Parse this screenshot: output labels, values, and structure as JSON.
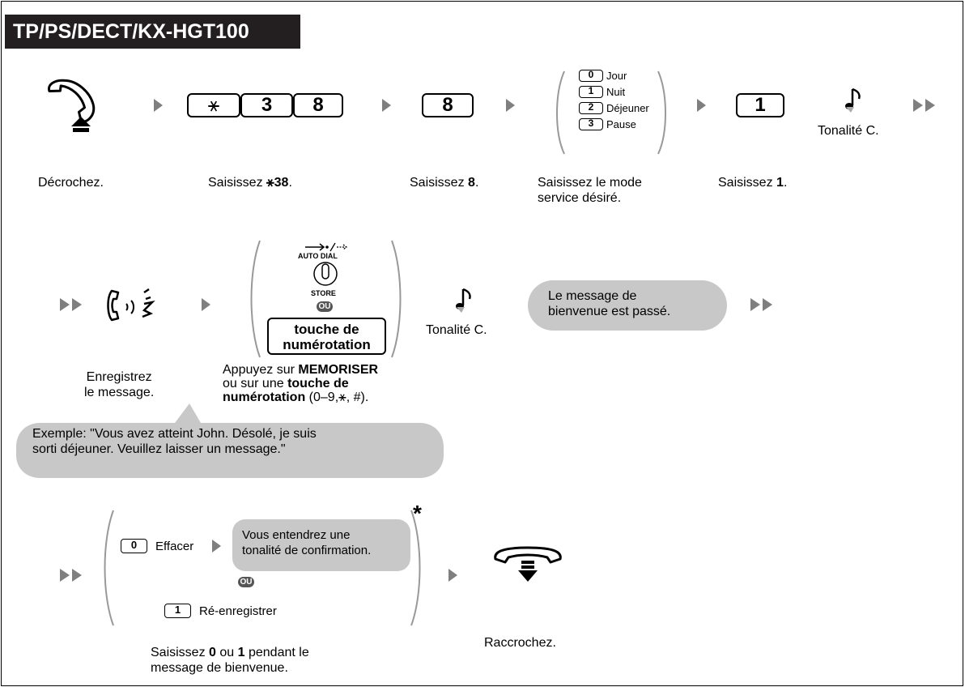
{
  "header": {
    "title": "TP/PS/DECT/KX-HGT100"
  },
  "row1": {
    "offhook_label": "Décrochez.",
    "keys_star38": [
      "⚹",
      "3",
      "8"
    ],
    "dial_label_prefix": "Saisissez ",
    "dial_label_bold": "⚹38",
    "dial_label_suffix": ".",
    "key8": "8",
    "enter8_prefix": "Saisissez ",
    "enter8_bold": "8",
    "enter8_suffix": ".",
    "modes": [
      {
        "key": "0",
        "label": "Jour"
      },
      {
        "key": "1",
        "label": "Nuit"
      },
      {
        "key": "2",
        "label": "Déjeuner"
      },
      {
        "key": "3",
        "label": "Pause"
      }
    ],
    "mode_label": "Saisissez le mode\nservice désiré.",
    "key1": "1",
    "enter1_prefix": "Saisissez ",
    "enter1_bold": "1",
    "enter1_suffix": ".",
    "tone_label": "Tonalité C."
  },
  "row2": {
    "record_label": "Enregistrez\nle message.",
    "autodial_top": "AUTO DIAL",
    "store": "STORE",
    "ou": "OU",
    "touche_key": "touche de\nnumérotation",
    "press_line1_prefix": "Appuyez sur ",
    "press_line1_bold": "MEMORISER",
    "press_line2_prefix": "ou sur une ",
    "press_line2_bold": "touche de",
    "press_line3_bold": "numérotation",
    "press_line3_suffix": " (0–9,⚹, #).",
    "tone_label": "Tonalité C.",
    "played_bubble": "Le message de\nbienvenue est passé.",
    "example_bubble": "Exemple: \"Vous avez atteint John. Désolé, je suis\nsorti déjeuner. Veuillez laisser un message.\""
  },
  "row3": {
    "key0": "0",
    "erase_label": "Effacer",
    "confirm_bubble": "Vous entendrez une\ntonalité de confirmation.",
    "ou": "OU",
    "key1": "1",
    "rerecord_label": "Ré-enregistrer",
    "asterisk": "*",
    "enter_prefix": "Saisissez ",
    "enter_bold0": "0",
    "enter_mid": " ou ",
    "enter_bold1": "1",
    "enter_suffix": " pendant le\nmessage de bienvenue.",
    "hangup_label": "Raccrochez."
  },
  "colors": {
    "header_bg": "#231f20",
    "bubble": "#c8c8c8",
    "arrow": "#7f7f7f"
  }
}
